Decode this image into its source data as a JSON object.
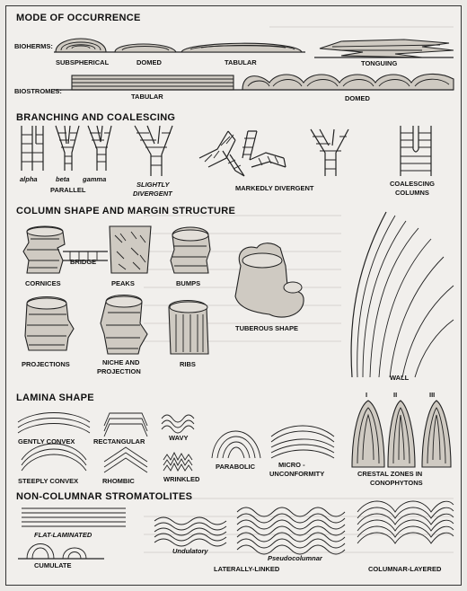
{
  "sections": {
    "mode_of_occurrence": "MODE OF OCCURRENCE",
    "branching": "BRANCHING AND COALESCING",
    "column_shape": "COLUMN SHAPE AND MARGIN STRUCTURE",
    "lamina_shape": "LAMINA SHAPE",
    "non_columnar": "NON-COLUMNAR STROMATOLITES"
  },
  "mode": {
    "bioherms": "BIOHERMS:",
    "subspherical": "SUBSPHERICAL",
    "domed": "DOMED",
    "tabular": "TABULAR",
    "tonguing": "TONGUING",
    "biostromes": "BIOSTROMES:",
    "tabular2": "TABULAR",
    "domed2": "DOMED"
  },
  "branching": {
    "alpha": "alpha",
    "beta": "beta",
    "gamma": "gamma",
    "parallel": "PARALLEL",
    "slightly1": "SLIGHTLY",
    "slightly2": "DIVERGENT",
    "markedly": "MARKEDLY DIVERGENT",
    "coalescing1": "COALESCING",
    "coalescing2": "COLUMNS"
  },
  "column": {
    "bridge": "BRIDGE",
    "cornices": "CORNICES",
    "peaks": "PEAKS",
    "bumps": "BUMPS",
    "tuberous": "TUBEROUS SHAPE",
    "projections": "PROJECTIONS",
    "niche1": "NICHE AND",
    "niche2": "PROJECTION",
    "ribs": "RIBS",
    "wall": "WALL"
  },
  "lamina": {
    "gently": "GENTLY CONVEX",
    "rectangular": "RECTANGULAR",
    "wavy": "WAVY",
    "parabolic": "PARABOLIC",
    "micro1": "MICRO -",
    "micro2": "UNCONFORMITY",
    "steeply": "STEEPLY CONVEX",
    "rhombic": "RHOMBIC",
    "wrinkled": "WRINKLED",
    "crestal1": "CRESTAL ZONES IN",
    "crestal2": "CONOPHYTONS",
    "roman1": "I",
    "roman2": "II",
    "roman3": "III"
  },
  "noncolumnar": {
    "flat": "FLAT-LAMINATED",
    "cumulate": "CUMULATE",
    "undulatory": "Undulatory",
    "pseudocolumnar": "Pseudocolumnar",
    "laterally": "LATERALLY-LINKED",
    "columnar": "COLUMNAR-LAYERED"
  }
}
